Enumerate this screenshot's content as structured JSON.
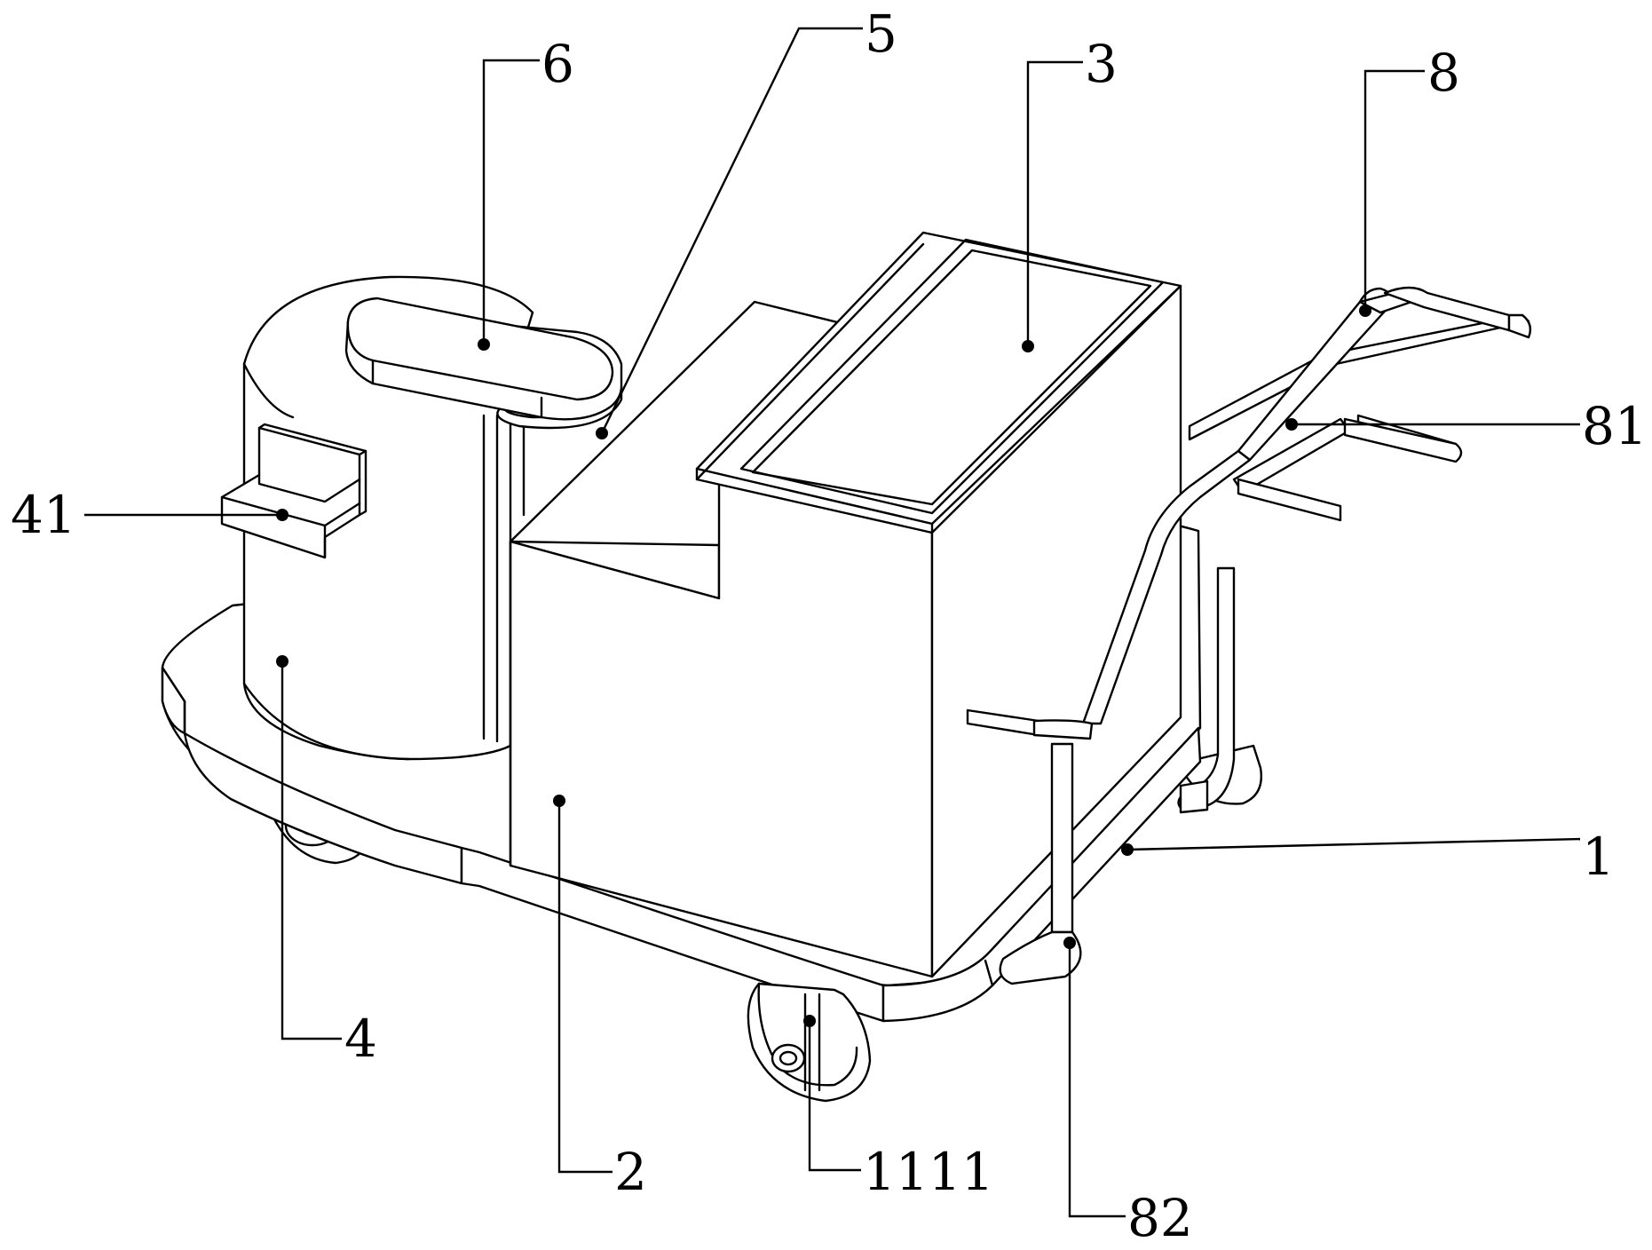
{
  "labels": {
    "l1": "1",
    "l2": "2",
    "l3": "3",
    "l4": "4",
    "l41": "41",
    "l5": "5",
    "l6": "6",
    "l8": "8",
    "l81": "81",
    "l82": "82",
    "l1111": "1111"
  }
}
